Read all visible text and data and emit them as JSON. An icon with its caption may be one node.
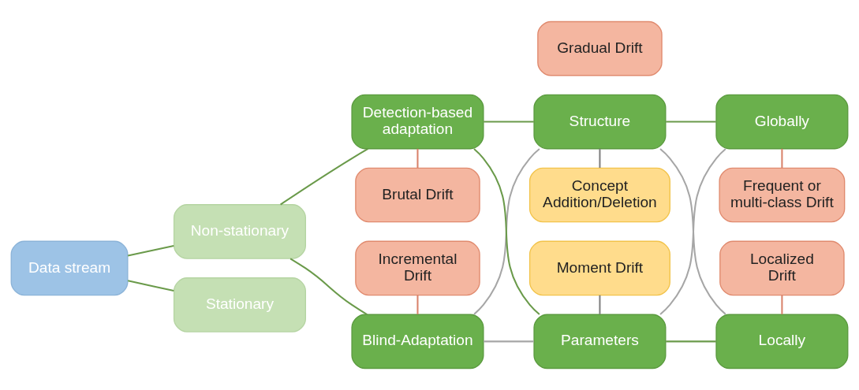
{
  "diagram": {
    "nodes": [
      {
        "text": [
          "Incremental Drift"
        ]
      },
      {
        "text": [
          "Moment Drift"
        ]
      },
      {
        "text": [
          "Localized Drift"
        ]
      },
      {
        "text": [
          "Non-stationary"
        ]
      },
      {
        "text": [
          "Blind-Adaptation"
        ]
      },
      {
        "text": [
          "Parameters"
        ]
      },
      {
        "text": [
          "Locally"
        ]
      },
      {
        "text": [
          "Data stream"
        ]
      },
      {
        "text": [
          "Detection-based adaptation"
        ]
      },
      {
        "text": [
          "Structure"
        ]
      },
      {
        "text": [
          "Globally"
        ]
      },
      {
        "text": [
          "Stationary"
        ]
      },
      {
        "text": [
          "Brutal Drift"
        ]
      },
      {
        "text": [
          "Concept Addition/Deletion"
        ]
      },
      {
        "text": [
          "Frequent or multi-class Drift"
        ]
      },
      {
        "text": [
          "Gradual Drift"
        ]
      }
    ],
    "edges": [
      {
        "from": 7,
        "to": 3,
        "arrow": "none"
      },
      {
        "from": 7,
        "to": 11,
        "arrow": "none"
      },
      {
        "from": 3,
        "to": 4,
        "arrow": "none"
      },
      {
        "from": 3,
        "to": 8,
        "arrow": "none"
      },
      {
        "from": 4,
        "to": 5,
        "arrow": "none",
        "color": "#a6a6a6"
      },
      {
        "from": 4,
        "to": 9,
        "arrow": "none",
        "color": "#a6a6a6"
      },
      {
        "from": 8,
        "to": 5,
        "arrow": "none"
      },
      {
        "from": 8,
        "to": 9,
        "arrow": "none"
      },
      {
        "from": 5,
        "to": 6,
        "arrow": "none"
      },
      {
        "from": 5,
        "to": 10,
        "arrow": "none",
        "color": "#a6a6a6"
      },
      {
        "from": 9,
        "to": 6,
        "arrow": "none",
        "color": "#a6a6a6"
      },
      {
        "from": 9,
        "to": 10,
        "arrow": "none"
      },
      {
        "from": 0,
        "to": 4,
        "arrow": "none",
        "color": "#d9826a"
      },
      {
        "from": 8,
        "to": 12,
        "arrow": "none",
        "color": "#d9826a"
      },
      {
        "from": 1,
        "to": 5,
        "arrow": "none",
        "color": "#7f7f7f"
      },
      {
        "from": 9,
        "to": 13,
        "arrow": "none",
        "color": "#7f7f7f"
      },
      {
        "from": 2,
        "to": 6,
        "arrow": "none",
        "color": "#d9826a"
      },
      {
        "from": 10,
        "to": 14,
        "arrow": "none",
        "color": "#d9826a"
      }
    ]
  }
}
